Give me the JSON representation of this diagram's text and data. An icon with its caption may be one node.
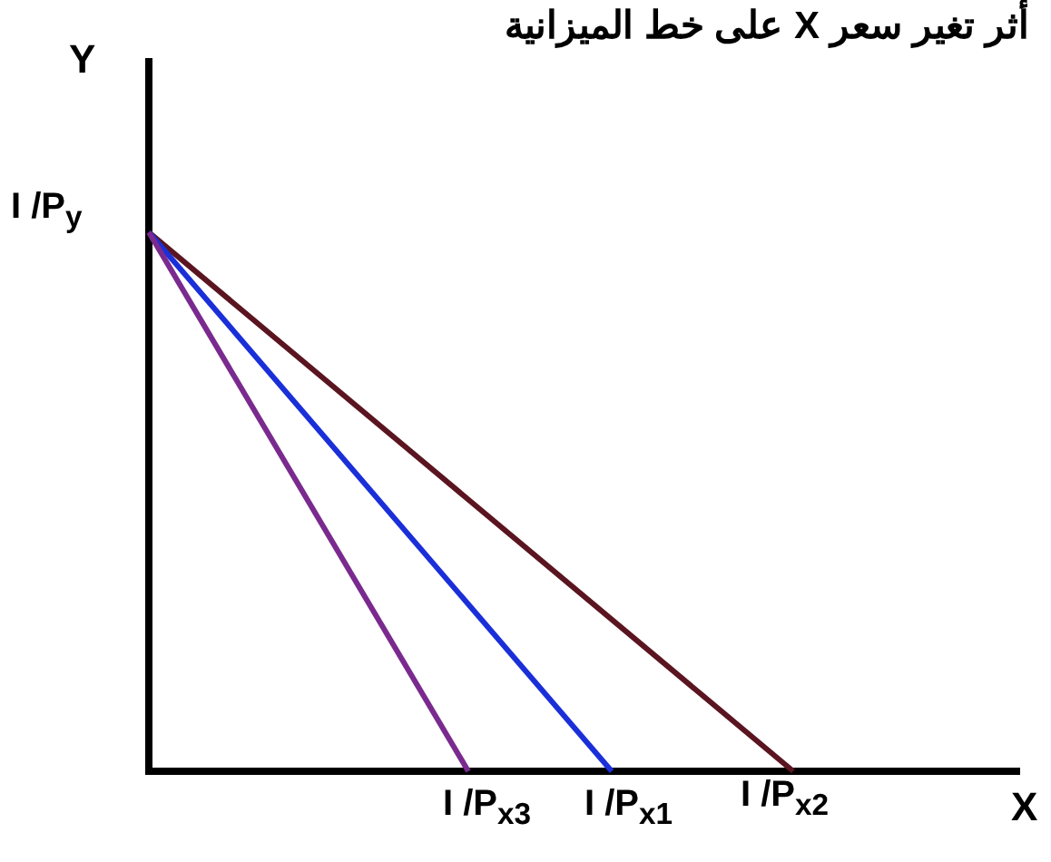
{
  "diagram": {
    "title": "أثر تغير سعر X على خط الميزانية",
    "labels": [
      "Y",
      "I /P$_{y}$",
      "I /P$_{x3}$",
      "I /P$_{x1}$",
      "I /P$_{x2}$",
      "X"
    ]
  }
}
